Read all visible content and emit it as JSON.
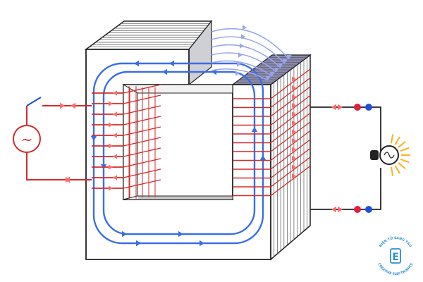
{
  "diagram": {
    "ac_source_symbol": "~",
    "icons": [
      "ac-source-icon",
      "switch-icon",
      "light-bulb-icon",
      "terminal-icon",
      "flux-arrow-icon",
      "current-arrow-icon"
    ],
    "colors": {
      "core_stroke": "#222222",
      "core_fill": "#ffffff",
      "core_top_fill": "#8a8aa6",
      "core_side_fill": "#d0d0d8",
      "winding": "#d42a2a",
      "current_arrow": "#ff6a6a",
      "flux": "#3a6ee8",
      "flux_light": "#9aa6f0",
      "terminal_red": "#e02040",
      "terminal_blue": "#2050d8",
      "bulb_rays": "#ffb020"
    }
  },
  "logo": {
    "text_top": "ĐIỆN TỬ SÁNG TẠO",
    "text_bottom": "CREATIVE ELECTRONICS",
    "monogram": "E",
    "color": "#2a8fd0"
  }
}
